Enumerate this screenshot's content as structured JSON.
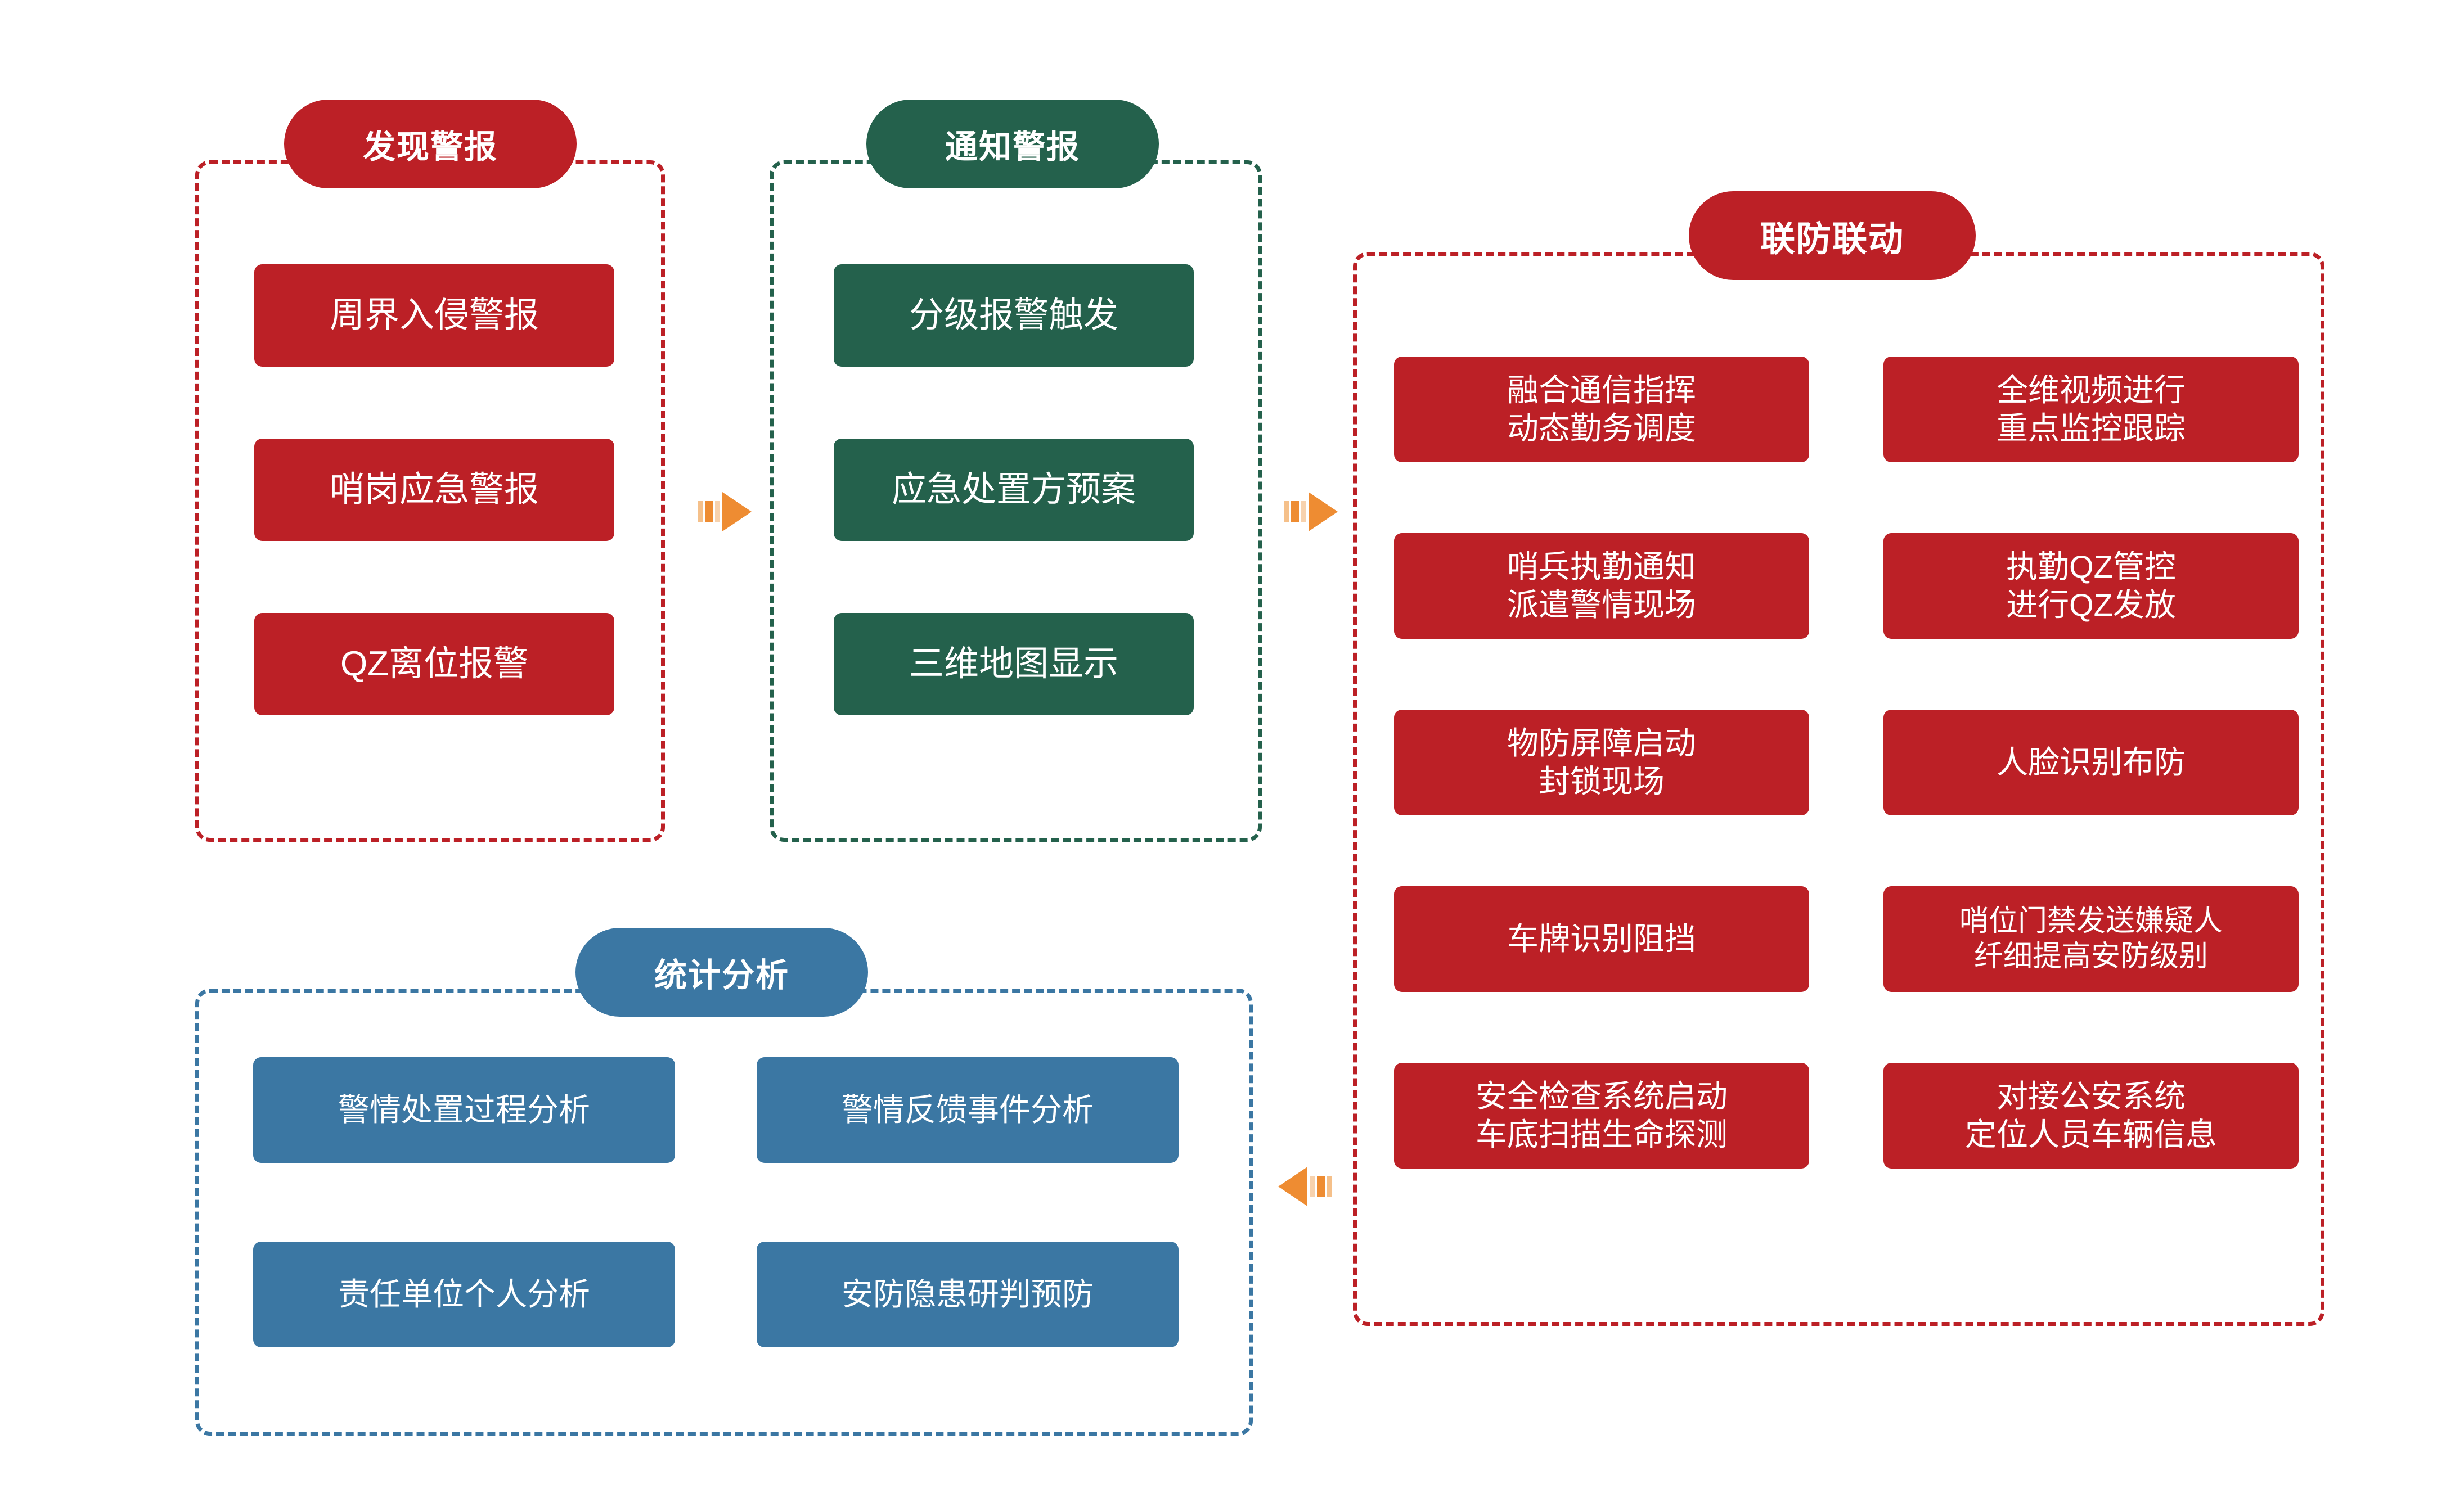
{
  "colors": {
    "red": "#BC2026",
    "green": "#24614C",
    "blue": "#3B77A3",
    "arrow_orange": "#EE8C32",
    "background": "#FFFFFF",
    "text_on_fill": "#FFFFFF"
  },
  "panels": {
    "discover": {
      "header": "发现警报",
      "accent": "#BC2026",
      "items": [
        {
          "label": "周界入侵警报"
        },
        {
          "label": "哨岗应急警报"
        },
        {
          "label": "QZ离位报警"
        }
      ]
    },
    "notify": {
      "header": "通知警报",
      "accent": "#24614C",
      "items": [
        {
          "label": "分级报警触发"
        },
        {
          "label": "应急处置方预案"
        },
        {
          "label": "三维地图显示"
        }
      ]
    },
    "joint_defense": {
      "header": "联防联动",
      "accent": "#BC2026",
      "left_items": [
        {
          "line1": "融合通信指挥",
          "line2": "动态勤务调度"
        },
        {
          "line1": "哨兵执勤通知",
          "line2": "派遣警情现场"
        },
        {
          "line1": "物防屏障启动",
          "line2": "封锁现场"
        },
        {
          "line1": "车牌识别阻挡",
          "line2": ""
        },
        {
          "line1": "安全检查系统启动",
          "line2": "车底扫描生命探测"
        }
      ],
      "right_items": [
        {
          "line1": "全维视频进行",
          "line2": "重点监控跟踪"
        },
        {
          "line1": "执勤QZ管控",
          "line2": "进行QZ发放"
        },
        {
          "line1": "人脸识别布防",
          "line2": ""
        },
        {
          "line1": "哨位门禁发送嫌疑人",
          "line2": "纤细提高安防级别"
        },
        {
          "line1": "对接公安系统",
          "line2": "定位人员车辆信息"
        }
      ]
    },
    "statistics": {
      "header": "统计分析",
      "accent": "#3B77A3",
      "items": [
        {
          "label": "警情处置过程分析"
        },
        {
          "label": "警情反馈事件分析"
        },
        {
          "label": "责任单位个人分析"
        },
        {
          "label": "安防隐患研判预防"
        }
      ]
    }
  },
  "arrows": [
    {
      "name": "arrow-discover-to-notify",
      "direction": "right"
    },
    {
      "name": "arrow-notify-to-joint",
      "direction": "right"
    },
    {
      "name": "arrow-joint-to-statistics",
      "direction": "left"
    }
  ]
}
